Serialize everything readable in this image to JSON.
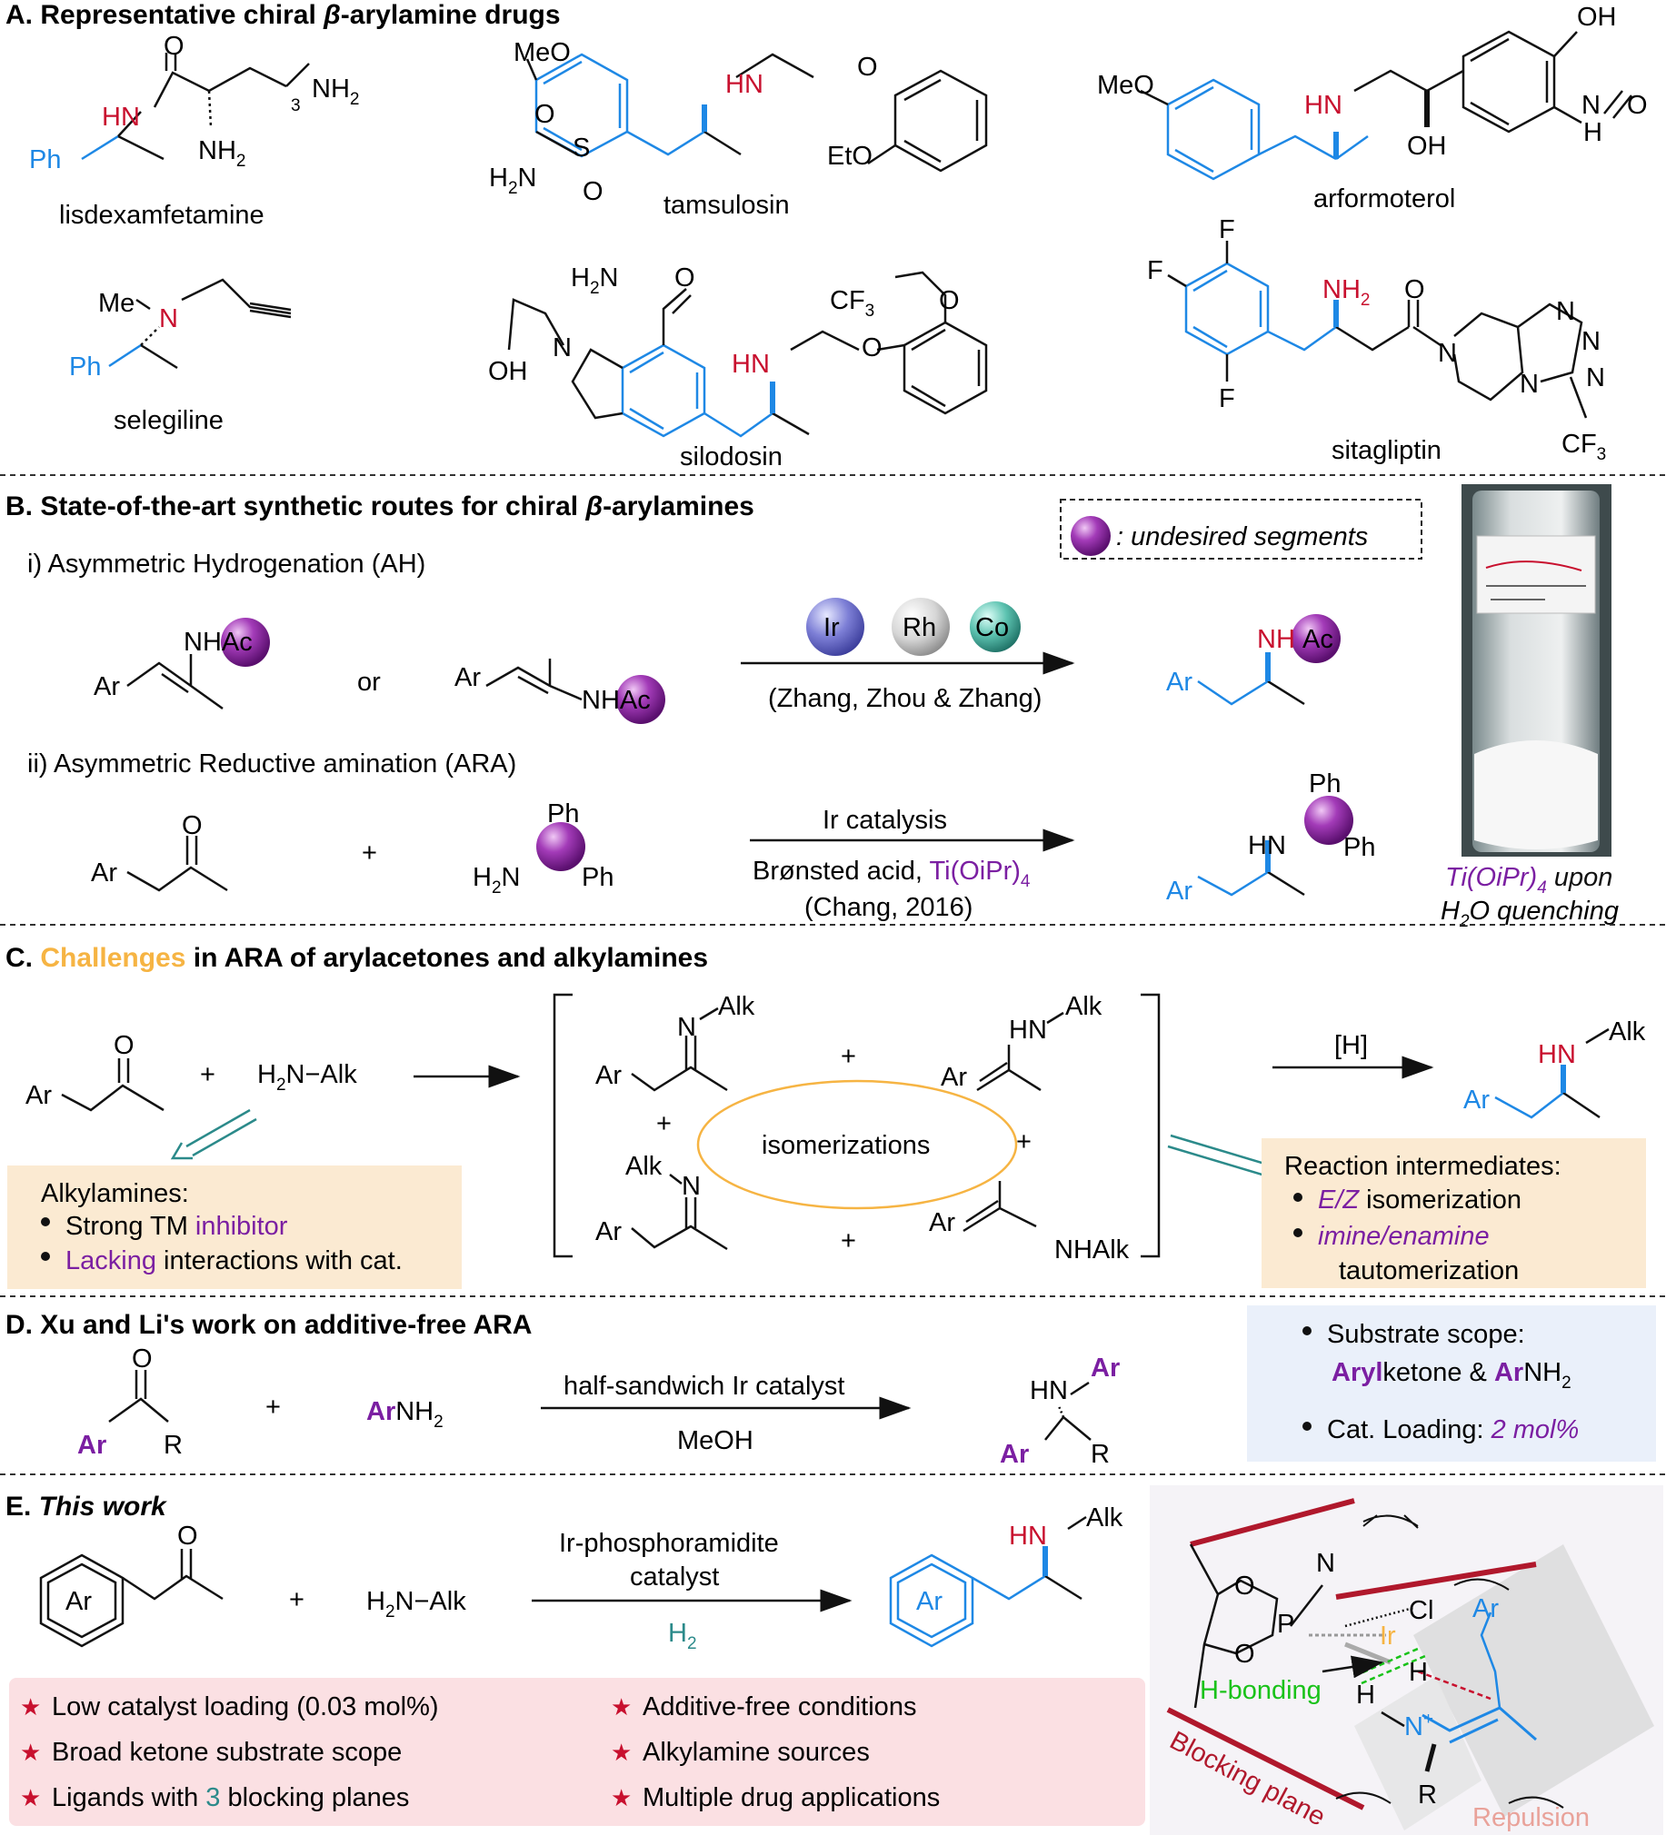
{
  "colors": {
    "blue": "#1e88e5",
    "red": "#c8102e",
    "purple": "#7b1fa2",
    "orange": "#f6b443",
    "teal": "#2b8a8a",
    "green": "#19c219",
    "darkred": "#b0182c",
    "pink": "#e9a29a",
    "beige": "#fbead2",
    "blueBox": "#eaf0fa",
    "pinkBox": "#fbe0e3"
  },
  "sectionA": {
    "title_prefix": "A. Representative chiral ",
    "title_beta": "β",
    "title_suffix": "-arylamine drugs",
    "lisdex": {
      "name": "lisdexamfetamine",
      "O": "O",
      "HN": "HN",
      "NH2a": "NH",
      "NH2b": "NH",
      "sub2": "2",
      "sub3": "3",
      "Ph": "Ph"
    },
    "tams": {
      "name": "tamsulosin",
      "MeO": "MeO",
      "HN": "HN",
      "O": "O",
      "EtO": "EtO",
      "S": "S",
      "O1": "O",
      "O2": "O",
      "H2N": "H",
      "Nsfx": "N",
      "sub2": "2"
    },
    "arfo": {
      "name": "arformoterol",
      "MeO": "MeO",
      "HN": "HN",
      "OH": "OH",
      "OH2": "OH",
      "N": "N",
      "H": "H",
      "O": "O"
    },
    "sele": {
      "name": "selegiline",
      "Me": "Me",
      "N": "N",
      "Ph": "Ph"
    },
    "silo": {
      "name": "silodosin",
      "H2N": "H",
      "N2": "N",
      "sub2": "2",
      "O": "O",
      "N": "N",
      "OH": "OH",
      "HN": "HN",
      "CF3": "CF",
      "sub3": "3",
      "O2": "O"
    },
    "sita": {
      "name": "sitagliptin",
      "F1": "F",
      "F2": "F",
      "F3": "F",
      "NH2": "NH",
      "sub2": "2",
      "O": "O",
      "N1": "N",
      "N2": "N",
      "N3": "N",
      "N4": "N",
      "N5": "N",
      "CF3": "CF",
      "sub3": "3"
    }
  },
  "sectionB": {
    "title_prefix": "B. State-of-the-art synthetic routes for chiral ",
    "title_beta": "β",
    "title_suffix": "-arylamines",
    "legend": ": undesired segments",
    "i": "i) Asymmetric Hydrogenation (AH)",
    "ii": "ii) Asymmetric Reductive amination (ARA)",
    "NHAc": "NHAc",
    "Ar": "Ar",
    "or": "or",
    "plus": "+",
    "NH": "NH",
    "Ac": "Ac",
    "Ir": "Ir",
    "Rh": "Rh",
    "Co": "Co",
    "ref1": "(Zhang, Zhou & Zhang)",
    "cond1": "Ir catalysis",
    "cond2a": "Brønsted acid, ",
    "cond2b": "Ti(OiPr)",
    "cond2sub": "4",
    "ref2": "(Chang, 2016)",
    "O": "O",
    "Ph": "Ph",
    "H2N": "H",
    "N": "N",
    "sub2": "2",
    "HN": "HN",
    "photo_l1a": "Ti(OiPr)",
    "photo_l1sub": "4",
    "photo_l1b": " upon",
    "photo_l2a": "H",
    "photo_l2sub": "2",
    "photo_l2b": "O quenching"
  },
  "sectionC": {
    "title_a": "C. ",
    "title_b": "Challenges",
    "title_c": " in ARA of arylacetones and alkylamines",
    "Ar": "Ar",
    "O": "O",
    "plus": "+",
    "H2NAlk": "H",
    "N_Alk": "N−Alk",
    "sub2": "2",
    "N": "N",
    "Alk": "Alk",
    "HN": "HN",
    "NHAlk": "NHAlk",
    "iso": "isomerizations",
    "H": "[H]",
    "box1_title": "Alkylamines:",
    "box1_b1a": "Strong TM ",
    "box1_b1b": "inhibitor",
    "box1_b2a": "Lacking",
    "box1_b2b": " interactions with cat.",
    "box2_title": "Reaction intermediates:",
    "box2_b1a": "E/Z",
    "box2_b1b": " isomerization",
    "box2_b2a": "imine/enamine",
    "box2_b2b": "tautomerization"
  },
  "sectionD": {
    "title": "D. Xu and Li's work on additive-free ARA",
    "O": "O",
    "Ar": "Ar",
    "R": "R",
    "plus": "+",
    "ArNH2a": "Ar",
    "ArNH2b": "NH",
    "sub2": "2",
    "cond1": "half-sandwich Ir catalyst",
    "cond2": "MeOH",
    "HN": "HN",
    "box_b1": "Substrate scope:",
    "box_b2a": "Aryl",
    "box_b2b": "ketone & ",
    "box_b2c": "Ar",
    "box_b2d": "NH",
    "box_b3a": "Cat. Loading: ",
    "box_b3b": "2 mol%"
  },
  "sectionE": {
    "title_a": "E. ",
    "title_b": "This work",
    "Ar": "Ar",
    "O": "O",
    "plus": "+",
    "H2N": "H",
    "NAlk": "N−Alk",
    "sub2": "2",
    "cond1": "Ir-phosphoramidite",
    "cond2": "catalyst",
    "H2": "H",
    "HN": "HN",
    "Alk": "Alk",
    "features": [
      "Low catalyst loading (0.03 mol%)",
      "Broad ketone substrate scope",
      "Ligands with ",
      "Additive-free conditions",
      "Alkylamine sources",
      "Multiple drug applications"
    ],
    "feat3num": "3",
    "feat3end": " blocking planes",
    "model": {
      "O1": "O",
      "O2": "O",
      "P": "P",
      "N": "N",
      "Ir": "Ir",
      "Cl": "Cl",
      "H": "H",
      "H2": "H",
      "N2": "N",
      "plus": "+",
      "R": "R",
      "Ar": "Ar",
      "hbond": "H-bonding",
      "blocking": "Blocking plane",
      "repulsion": "Repulsion"
    }
  }
}
